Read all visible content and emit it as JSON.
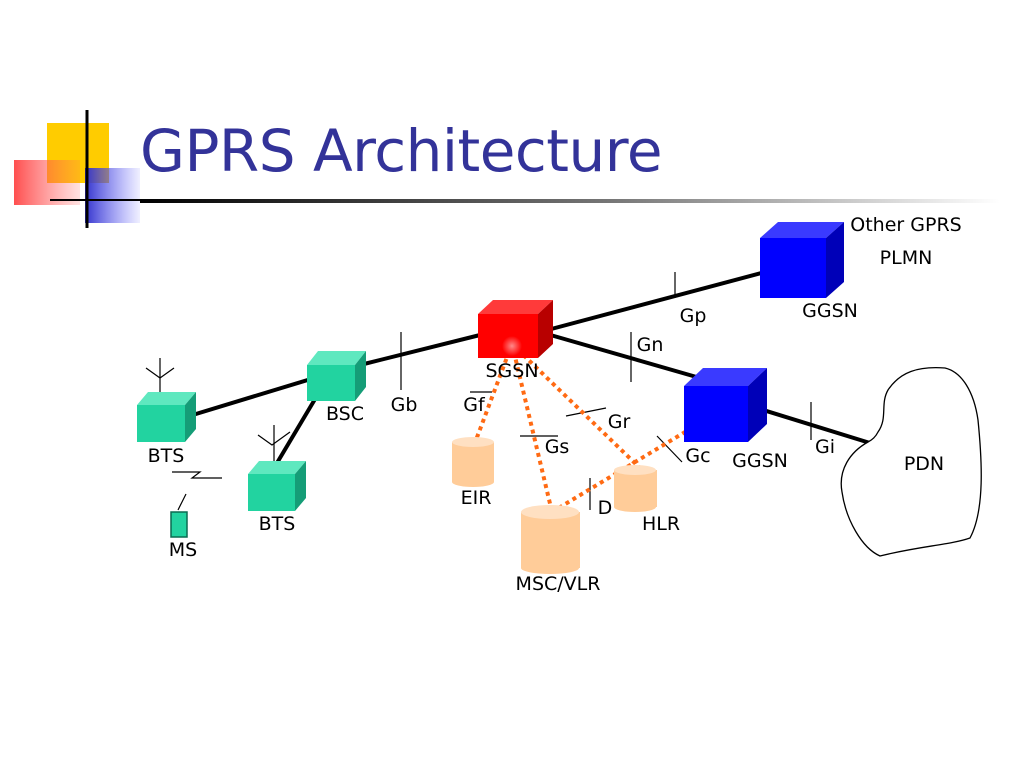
{
  "title": "GPRS Architecture",
  "nodes": {
    "sgsn": "SGSN",
    "bsc": "BSC",
    "bts_1": "BTS",
    "bts_2": "BTS",
    "ms": "MS",
    "ggsn_top": "GGSN",
    "ggsn_mid": "GGSN",
    "other_plmn_line1": "Other GPRS",
    "other_plmn_line2": "PLMN",
    "pdn": "PDN",
    "eir": "EIR",
    "msc_vlr": "MSC/VLR",
    "hlr": "HLR"
  },
  "interfaces": {
    "gb": "Gb",
    "gp": "Gp",
    "gn": "Gn",
    "gi": "Gi",
    "gf": "Gf",
    "gs": "Gs",
    "gr": "Gr",
    "gc": "Gc",
    "d": "D"
  },
  "colors": {
    "title": "#333399",
    "sgsn": "#ff0000",
    "ggsn": "#0000ff",
    "access": "#22d3a0",
    "database": "#ffcc99",
    "signaling": "#ff6a13"
  }
}
